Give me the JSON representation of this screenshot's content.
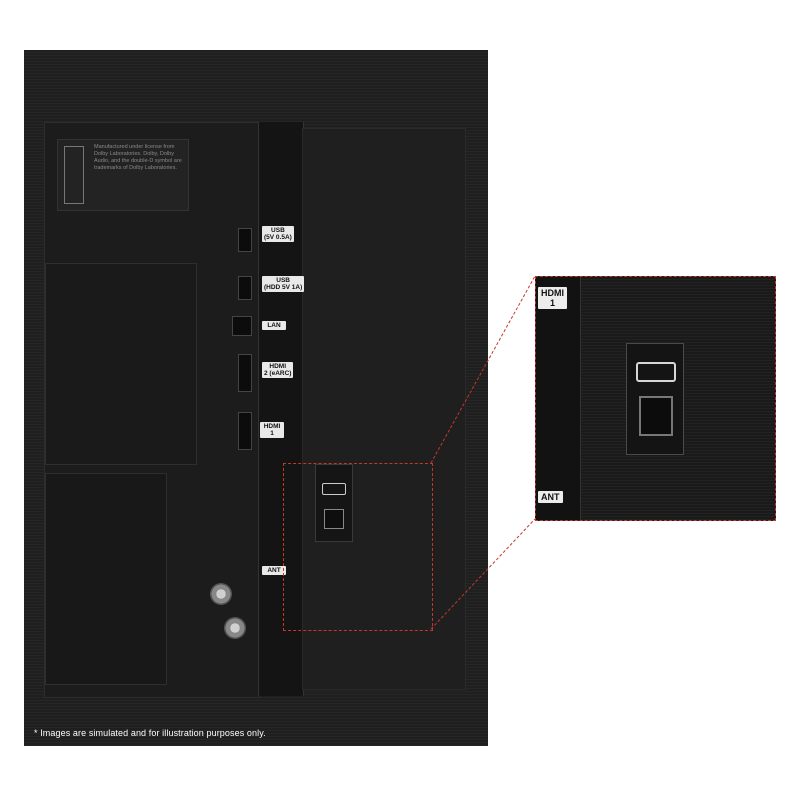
{
  "disclaimer": "* Images are simulated and for illustration purposes only.",
  "sticker_text": "Manufactured under license from Dolby Laboratories. Dolby, Dolby Audio, and the double-D symbol are trademarks of Dolby Laboratories.",
  "ports": [
    {
      "label_line1": "USB",
      "label_line2": "(5V 0.5A)"
    },
    {
      "label_line1": "USB",
      "label_line2": "(HDD 5V 1A)"
    },
    {
      "label_line1": "LAN",
      "label_line2": ""
    },
    {
      "label_line1": "HDMI",
      "label_line2": "2 (eARC)"
    },
    {
      "label_line1": "HDMI",
      "label_line2": "1"
    },
    {
      "label_line1": "ANT",
      "label_line2": ""
    }
  ],
  "zoom": {
    "label_top_line1": "HDMI",
    "label_top_line2": "1",
    "label_bottom": "ANT"
  },
  "colors": {
    "callout": "#c0392b",
    "panel": "#1f1f1f",
    "label": "#ececec"
  },
  "icons": [
    "usb-icon",
    "hdmi-icon",
    "optical-port-icon",
    "coax-connector-icon"
  ]
}
